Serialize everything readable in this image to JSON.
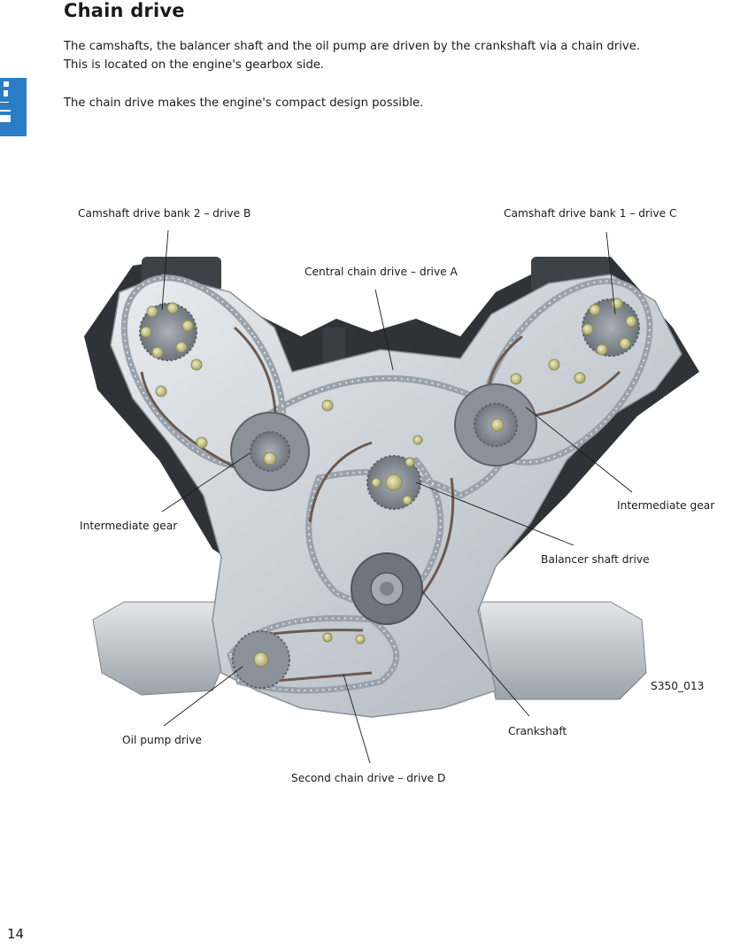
{
  "page": {
    "title": "Chain drive",
    "paragraphs": [
      [
        "The camshafts, the balancer shaft and the oil pump are driven by the crankshaft via a chain drive.",
        "This is located on the engine's gearbox side."
      ],
      [
        "The chain drive makes the engine's compact design possible."
      ]
    ],
    "page_number": "14",
    "side_tab_icon": "engine-section-icon",
    "accent_color": "#2a7cc7"
  },
  "figure": {
    "id_label": "S350_013",
    "callouts": {
      "camshaft_bank2": "Camshaft drive bank 2 – drive B",
      "camshaft_bank1": "Camshaft drive bank 1 – drive C",
      "central_chain": "Central chain drive – drive A",
      "intermediate_gear_left": "Intermediate gear",
      "intermediate_gear_right": "Intermediate gear",
      "balancer_shaft": "Balancer shaft drive",
      "oil_pump": "Oil pump drive",
      "crankshaft": "Crankshaft",
      "second_chain": "Second chain drive – drive D"
    },
    "colors": {
      "housing": "#c9ced6",
      "housing_light": "#e4e7ec",
      "dark_block": "#2f3338",
      "chain": "#9aa1ab",
      "guide_rail": "#6b5a52",
      "bolt": "#c8c48a",
      "sprocket": "#8e949c"
    }
  }
}
